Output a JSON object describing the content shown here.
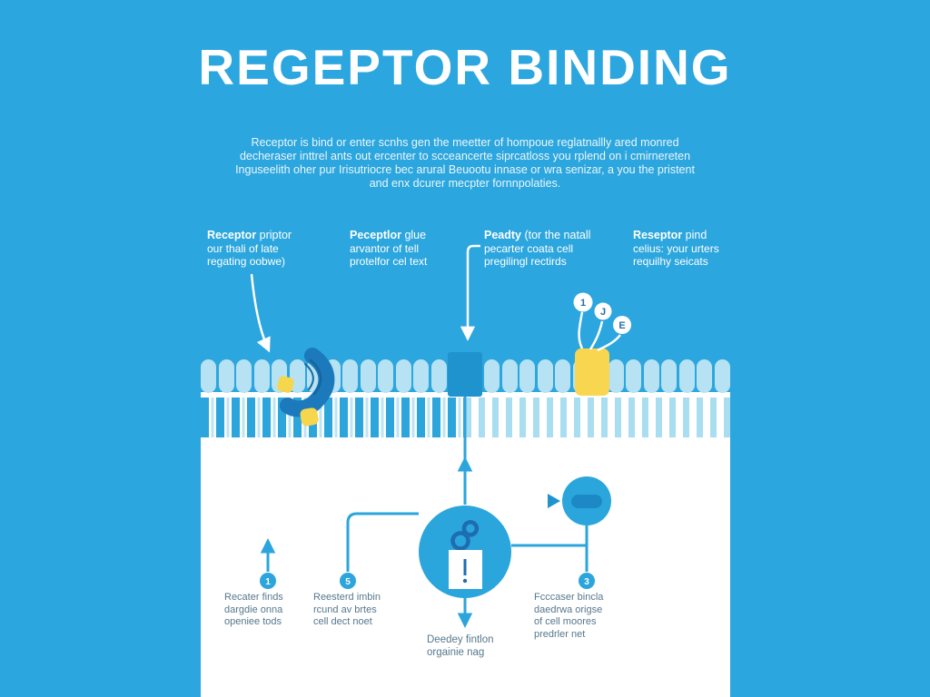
{
  "title": "REGEPTOR BINDING",
  "intro_lines": [
    "Receptor is bind or enter scnhs gen the meetter of hompoue reglatnallly ared monred",
    "decheraser inttrel ants out ercenter to scceancerte siprcatloss you rplend on i cmirnereten",
    "Inguseelith oher pur Irisutriocre bec arural Beuootu innase or wra senizar, a you the pristent",
    "and enx dcurer mecpter fornnpolaties."
  ],
  "top_labels": [
    {
      "bold": "Receptor",
      "rest": " priptor",
      "line2": "our thali of late",
      "line3": "regating oobwe)"
    },
    {
      "bold": "Peceptlor",
      "rest": " glue",
      "line2": "arvantor of tell",
      "line3": "protelfor cel text"
    },
    {
      "bold": "Peadty",
      "rest": " (tor the natall",
      "line2": "pecarter coata cell",
      "line3": "pregilingl rectirds"
    },
    {
      "bold": "Reseptor",
      "rest": " pind",
      "line2": "celius: your urters",
      "line3": "requilhy seicats"
    }
  ],
  "bubbles": {
    "b1": "1",
    "b2": "J",
    "b3": "E"
  },
  "flow_nodes": [
    {
      "num": "1",
      "lines": [
        "Recater finds",
        "dargdie onna",
        "openiee tods"
      ]
    },
    {
      "num": "5",
      "lines": [
        "Reesterd imbin",
        "rcund av brtes",
        "cell dect noet"
      ]
    },
    {
      "num": "3",
      "lines": [
        "Fcccaser bincla",
        "daedrwa origse",
        "of cell moores",
        "predrler net"
      ]
    }
  ],
  "bottom_label": {
    "line1": "Deedey fintlon",
    "line2": "orgainie nag"
  },
  "membrane": {
    "head_count": 30
  },
  "colors": {
    "background": "#2CA6DE",
    "membrane_head": "#B6E2F3",
    "membrane_tail_pale": "#A9DEF1",
    "receptor_banana": "#1B79BC",
    "receptor_square": "#1E93CE",
    "receptor_yellow": "#F7D74E",
    "flow_circle": "#2BA6DC",
    "flow_line": "#2BA5DC",
    "dark_accent": "#1D6DB0",
    "label_text_dark": "#56788C",
    "white": "#FFFFFF"
  }
}
